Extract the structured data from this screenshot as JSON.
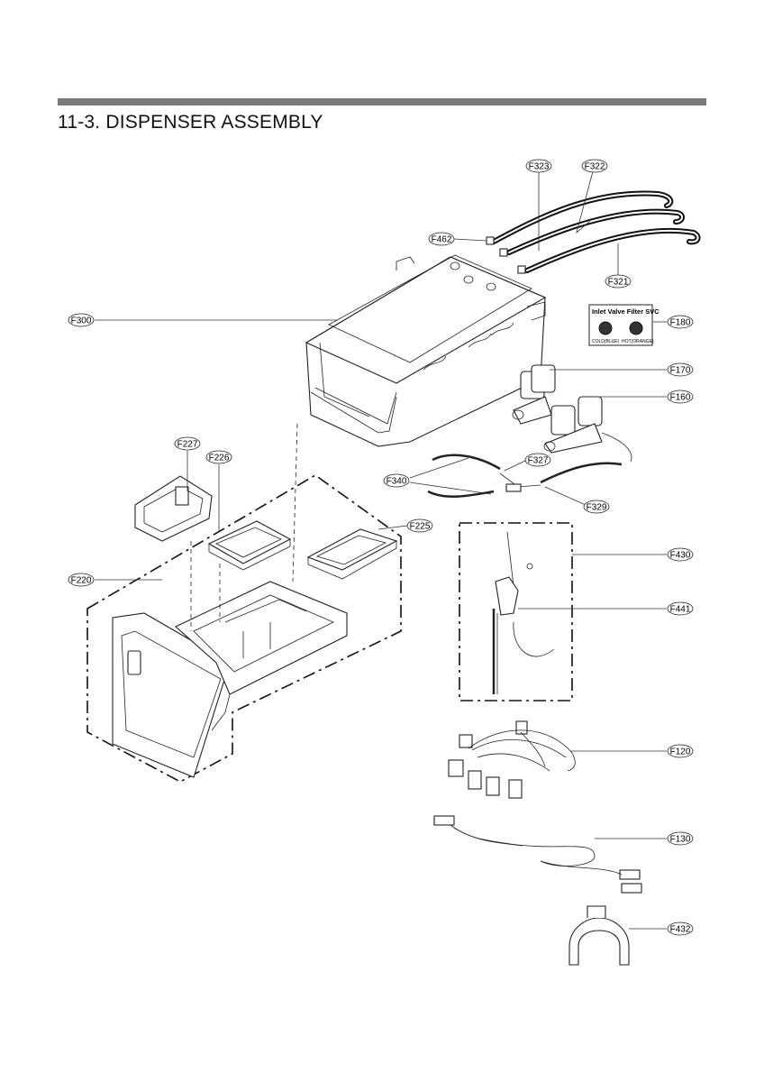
{
  "page": {
    "title": "11-3. DISPENSER ASSEMBLY"
  },
  "callouts": {
    "F323": "F323",
    "F322": "F322",
    "F462": "F462",
    "F321": "F321",
    "F300": "F300",
    "F180": "F180",
    "F170": "F170",
    "F160": "F160",
    "F227": "F227",
    "F226": "F226",
    "F327": "F327",
    "F340": "F340",
    "F329": "F329",
    "F225": "F225",
    "F220": "F220",
    "F430": "F430",
    "F441": "F441",
    "F120": "F120",
    "F130": "F130",
    "F432": "F432"
  },
  "svc_label": {
    "title": "Inlet Valve Filter SVC",
    "cold": "COLD(BLUE)",
    "hot": "HOT(ORANGE)"
  }
}
